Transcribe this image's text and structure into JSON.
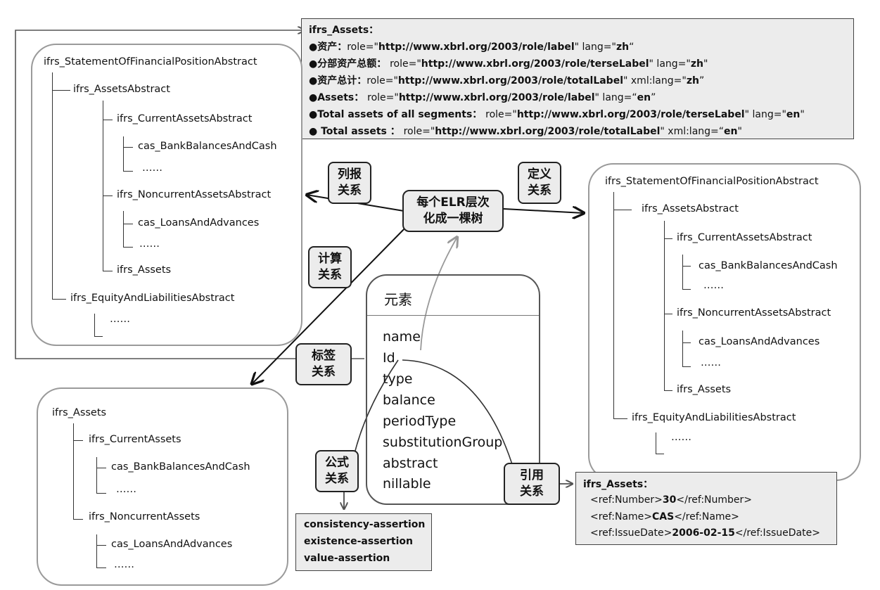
{
  "label_box": {
    "title": "ifrs_Assets：",
    "lines": [
      {
        "bullet": "●",
        "name": "资产",
        "sep": "：",
        "mid": "role=\"",
        "role": "http://www.xbrl.org/2003/role/label",
        "end": "\"  lang=\"",
        "lang": "zh",
        "close": "“"
      },
      {
        "bullet": "●",
        "name": "分部资产总额",
        "sep": "：  ",
        "mid": "role=\"",
        "role": "http://www.xbrl.org/2003/role/terseLabel",
        "end": "\" lang=\"",
        "lang": "zh",
        "close": "\""
      },
      {
        "bullet": "●",
        "name": "资产总计",
        "sep": "：",
        "mid": "role=\"",
        "role": "http://www.xbrl.org/2003/role/totalLabel",
        "end": "\" xml:lang=\"",
        "lang": "zh",
        "close": "”"
      },
      {
        "bullet": "●",
        "name": "Assets",
        "sep": "：  ",
        "mid": "role=\"",
        "role": "http://www.xbrl.org/2003/role/label",
        "end": "\"   lang=“",
        "lang": "en",
        "close": "”"
      },
      {
        "bullet": "●",
        "name": "Total assets of all segments",
        "sep": "：    ",
        "mid": "role=\"",
        "role": "http://www.xbrl.org/2003/role/terseLabel",
        "end": "\" lang=\"",
        "lang": "en",
        "close": "\""
      },
      {
        "bullet": "●",
        "name": " Total assets ",
        "sep": "：  ",
        "mid": "role=\"",
        "role": "http://www.xbrl.org/2003/role/totalLabel",
        "end": "\" xml:lang=“",
        "lang": "en",
        "close": "\""
      }
    ]
  },
  "presentation_tree": {
    "root": "ifrs_StatementOfFinancialPositionAbstract",
    "assets_abstract": "ifrs_AssetsAbstract",
    "current_abstract": "ifrs_CurrentAssetsAbstract",
    "bank": "cas_BankBalancesAndCash",
    "dots1": "……",
    "noncurrent_abstract": "ifrs_NoncurrentAssetsAbstract",
    "loans": "cas_LoansAndAdvances",
    "dots2": "……",
    "assets": "ifrs_Assets",
    "equity": "ifrs_EquityAndLiabilitiesAbstract",
    "dots3": "……"
  },
  "definition_tree": {
    "root": "ifrs_StatementOfFinancialPositionAbstract",
    "assets_abstract": "ifrs_AssetsAbstract",
    "current_abstract": "ifrs_CurrentAssetsAbstract",
    "bank": "cas_BankBalancesAndCash",
    "dots1": "……",
    "noncurrent_abstract": "ifrs_NoncurrentAssetsAbstract",
    "loans": "cas_LoansAndAdvances",
    "dots2": "……",
    "assets": "ifrs_Assets",
    "equity": "ifrs_EquityAndLiabilitiesAbstract",
    "dots3": "……"
  },
  "calculation_tree": {
    "root": "ifrs_Assets",
    "current": "ifrs_CurrentAssets",
    "bank": "cas_BankBalancesAndCash",
    "dots1": "……",
    "noncurrent": "ifrs_NoncurrentAssets",
    "loans": "cas_LoansAndAdvances",
    "dots2": "……"
  },
  "tags": {
    "presentation": [
      "列报",
      "关系"
    ],
    "definition": [
      "定义",
      "关系"
    ],
    "calculation": [
      "计算",
      "关系"
    ],
    "label": [
      "标签",
      "关系"
    ],
    "formula": [
      "公式",
      "关系"
    ],
    "reference": [
      "引用",
      "关系"
    ],
    "elr": [
      "每个ELR层次",
      "化成一棵树"
    ]
  },
  "element": {
    "title": "元素",
    "attributes": [
      "name",
      "Id",
      "type",
      "balance",
      "periodType",
      "substitutionGroup",
      "abstract",
      " nillable"
    ]
  },
  "reference_box": {
    "title": "ifrs_Assets：",
    "number_open": "<ref:Number>",
    "number_value": "30",
    "number_close": "</ref:Number>",
    "name_open": "<ref:Name>",
    "name_value": "CAS",
    "name_close": "</ref:Name>",
    "date_open": "<ref:IssueDate>",
    "date_value": "2006-02-15",
    "date_close": "</ref:IssueDate>"
  },
  "formula_box": {
    "lines": [
      "consistency-assertion",
      "existence-assertion",
      "value-assertion"
    ]
  }
}
